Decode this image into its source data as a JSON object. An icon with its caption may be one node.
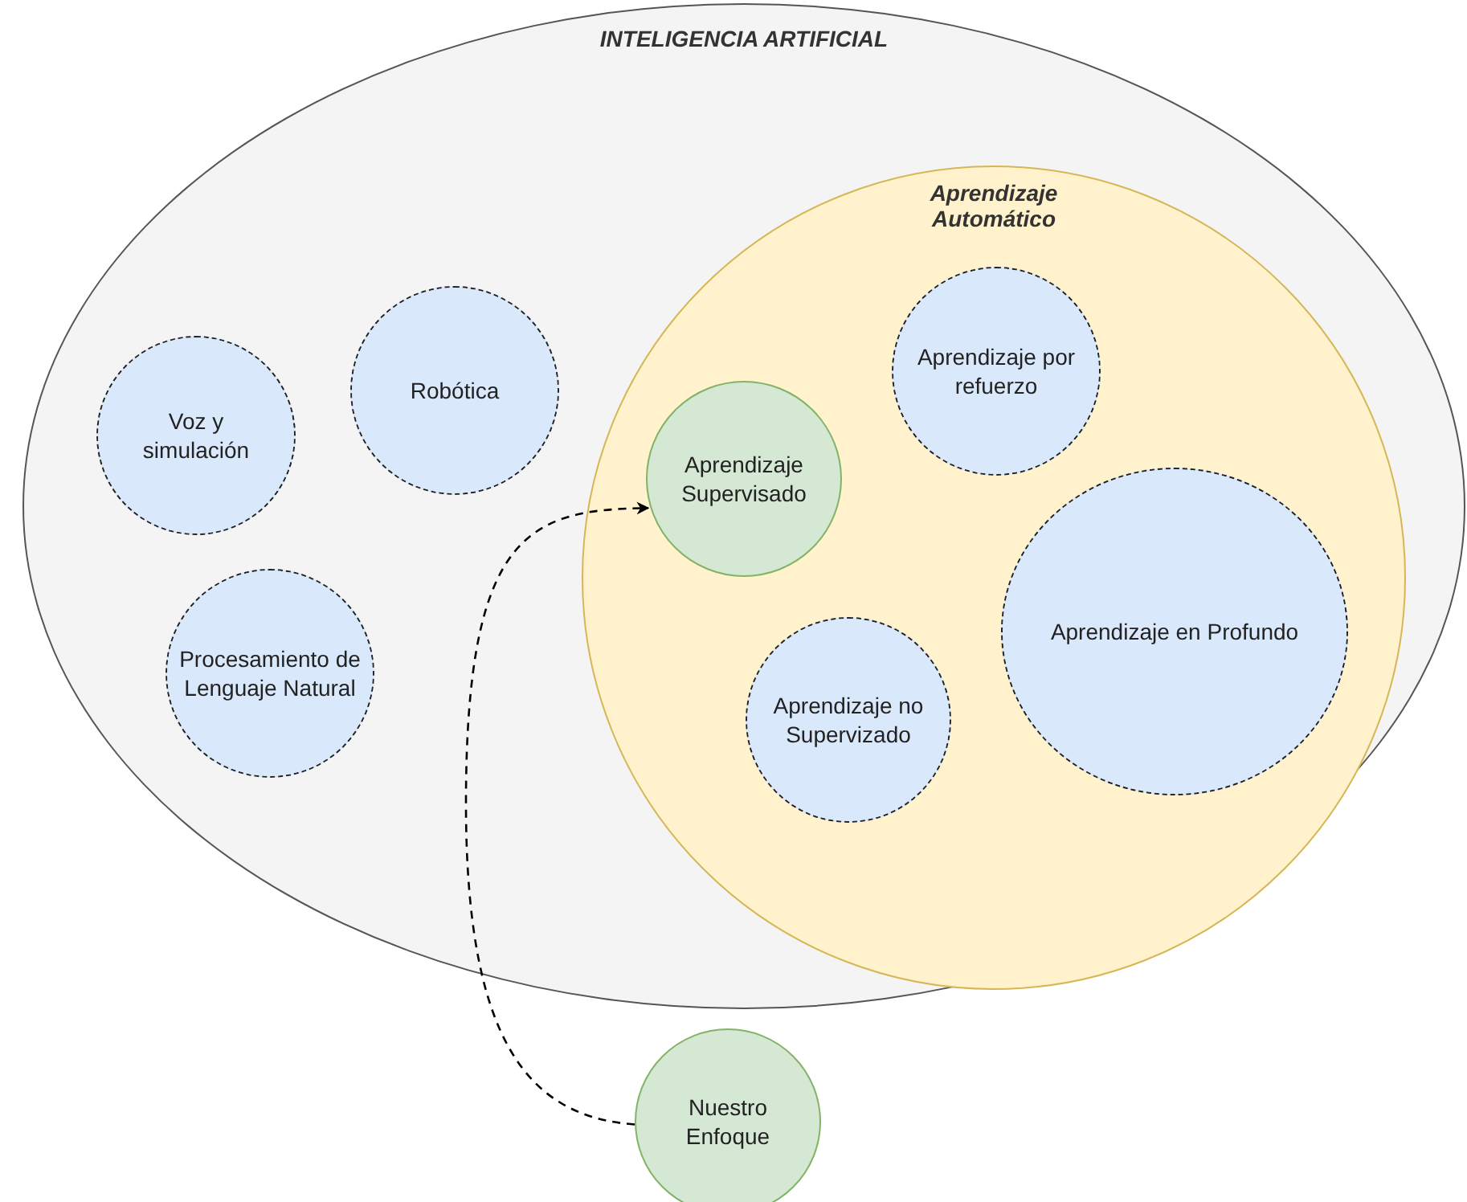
{
  "diagram": {
    "nodes": [
      {
        "text": [
          "INTELIGENCIA ARTIFICIAL"
        ]
      },
      {
        "text": [
          "Voz y simulación"
        ],
        "in": 0
      },
      {
        "text": [
          "Robótica"
        ],
        "in": 0
      },
      {
        "text": [
          "Procesamiento de Lenguaje Natural"
        ],
        "in": 0
      },
      {
        "text": [
          "Aprendizaje Automático"
        ],
        "in": 0
      },
      {
        "text": [
          "Aprendizaje por refuerzo"
        ],
        "in": 4
      },
      {
        "text": [
          "Aprendizaje Supervisado"
        ],
        "in": 4
      },
      {
        "text": [
          "Aprendizaje en Profundo"
        ],
        "in": 4
      },
      {
        "text": [
          "Aprendizaje no Supervizado"
        ],
        "in": 4
      },
      {
        "text": [
          "Nuestro Enfoque"
        ]
      }
    ],
    "edges": [
      {
        "from": 9,
        "to": 6,
        "arrow": "to",
        "style": "dashed"
      }
    ]
  }
}
